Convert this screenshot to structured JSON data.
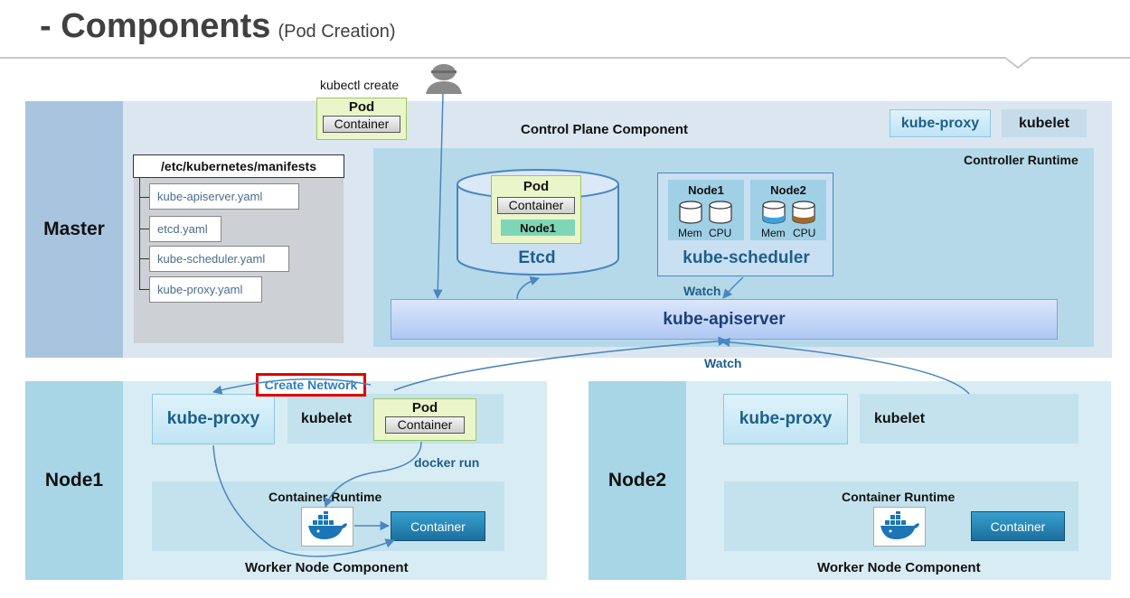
{
  "title": {
    "main": "- Components",
    "sub": "(Pod Creation)"
  },
  "master": {
    "label": "Master",
    "kubectl_label": "kubectl create",
    "pod_label": "Pod",
    "container_label": "Container",
    "control_plane_label": "Control Plane Component",
    "kube_proxy_label": "kube-proxy",
    "kubelet_label": "kubelet",
    "manifests_path": "/etc/kubernetes/manifests",
    "manifests": [
      "kube-apiserver.yaml",
      "etcd.yaml",
      "kube-scheduler.yaml",
      "kube-proxy.yaml"
    ],
    "controller_runtime_label": "Controller Runtime",
    "etcd": {
      "label": "Etcd",
      "pod_label": "Pod",
      "container_label": "Container",
      "node_label": "Node1"
    },
    "scheduler": {
      "label": "kube-scheduler",
      "nodes": [
        {
          "name": "Node1",
          "mem": "Mem",
          "cpu": "CPU"
        },
        {
          "name": "Node2",
          "mem": "Mem",
          "cpu": "CPU"
        }
      ]
    },
    "watch_label": "Watch",
    "apiserver_label": "kube-apiserver"
  },
  "watch_label_bottom": "Watch",
  "node1": {
    "label": "Node1",
    "create_network_label": "Create Network",
    "kube_proxy_label": "kube-proxy",
    "kubelet_label": "kubelet",
    "pod_label": "Pod",
    "container_label": "Container",
    "docker_run_label": "docker run",
    "container_runtime_label": "Container Runtime",
    "runtime_container_label": "Container",
    "worker_label": "Worker Node Component"
  },
  "node2": {
    "label": "Node2",
    "kube_proxy_label": "kube-proxy",
    "kubelet_label": "kubelet",
    "container_runtime_label": "Container Runtime",
    "runtime_container_label": "Container",
    "worker_label": "Worker Node Component"
  },
  "colors": {
    "title": "#404040",
    "master_side": "#a9c4df",
    "node_side": "#a8d6e6",
    "highlight": "#e00000",
    "arrow": "#4a86bf"
  }
}
